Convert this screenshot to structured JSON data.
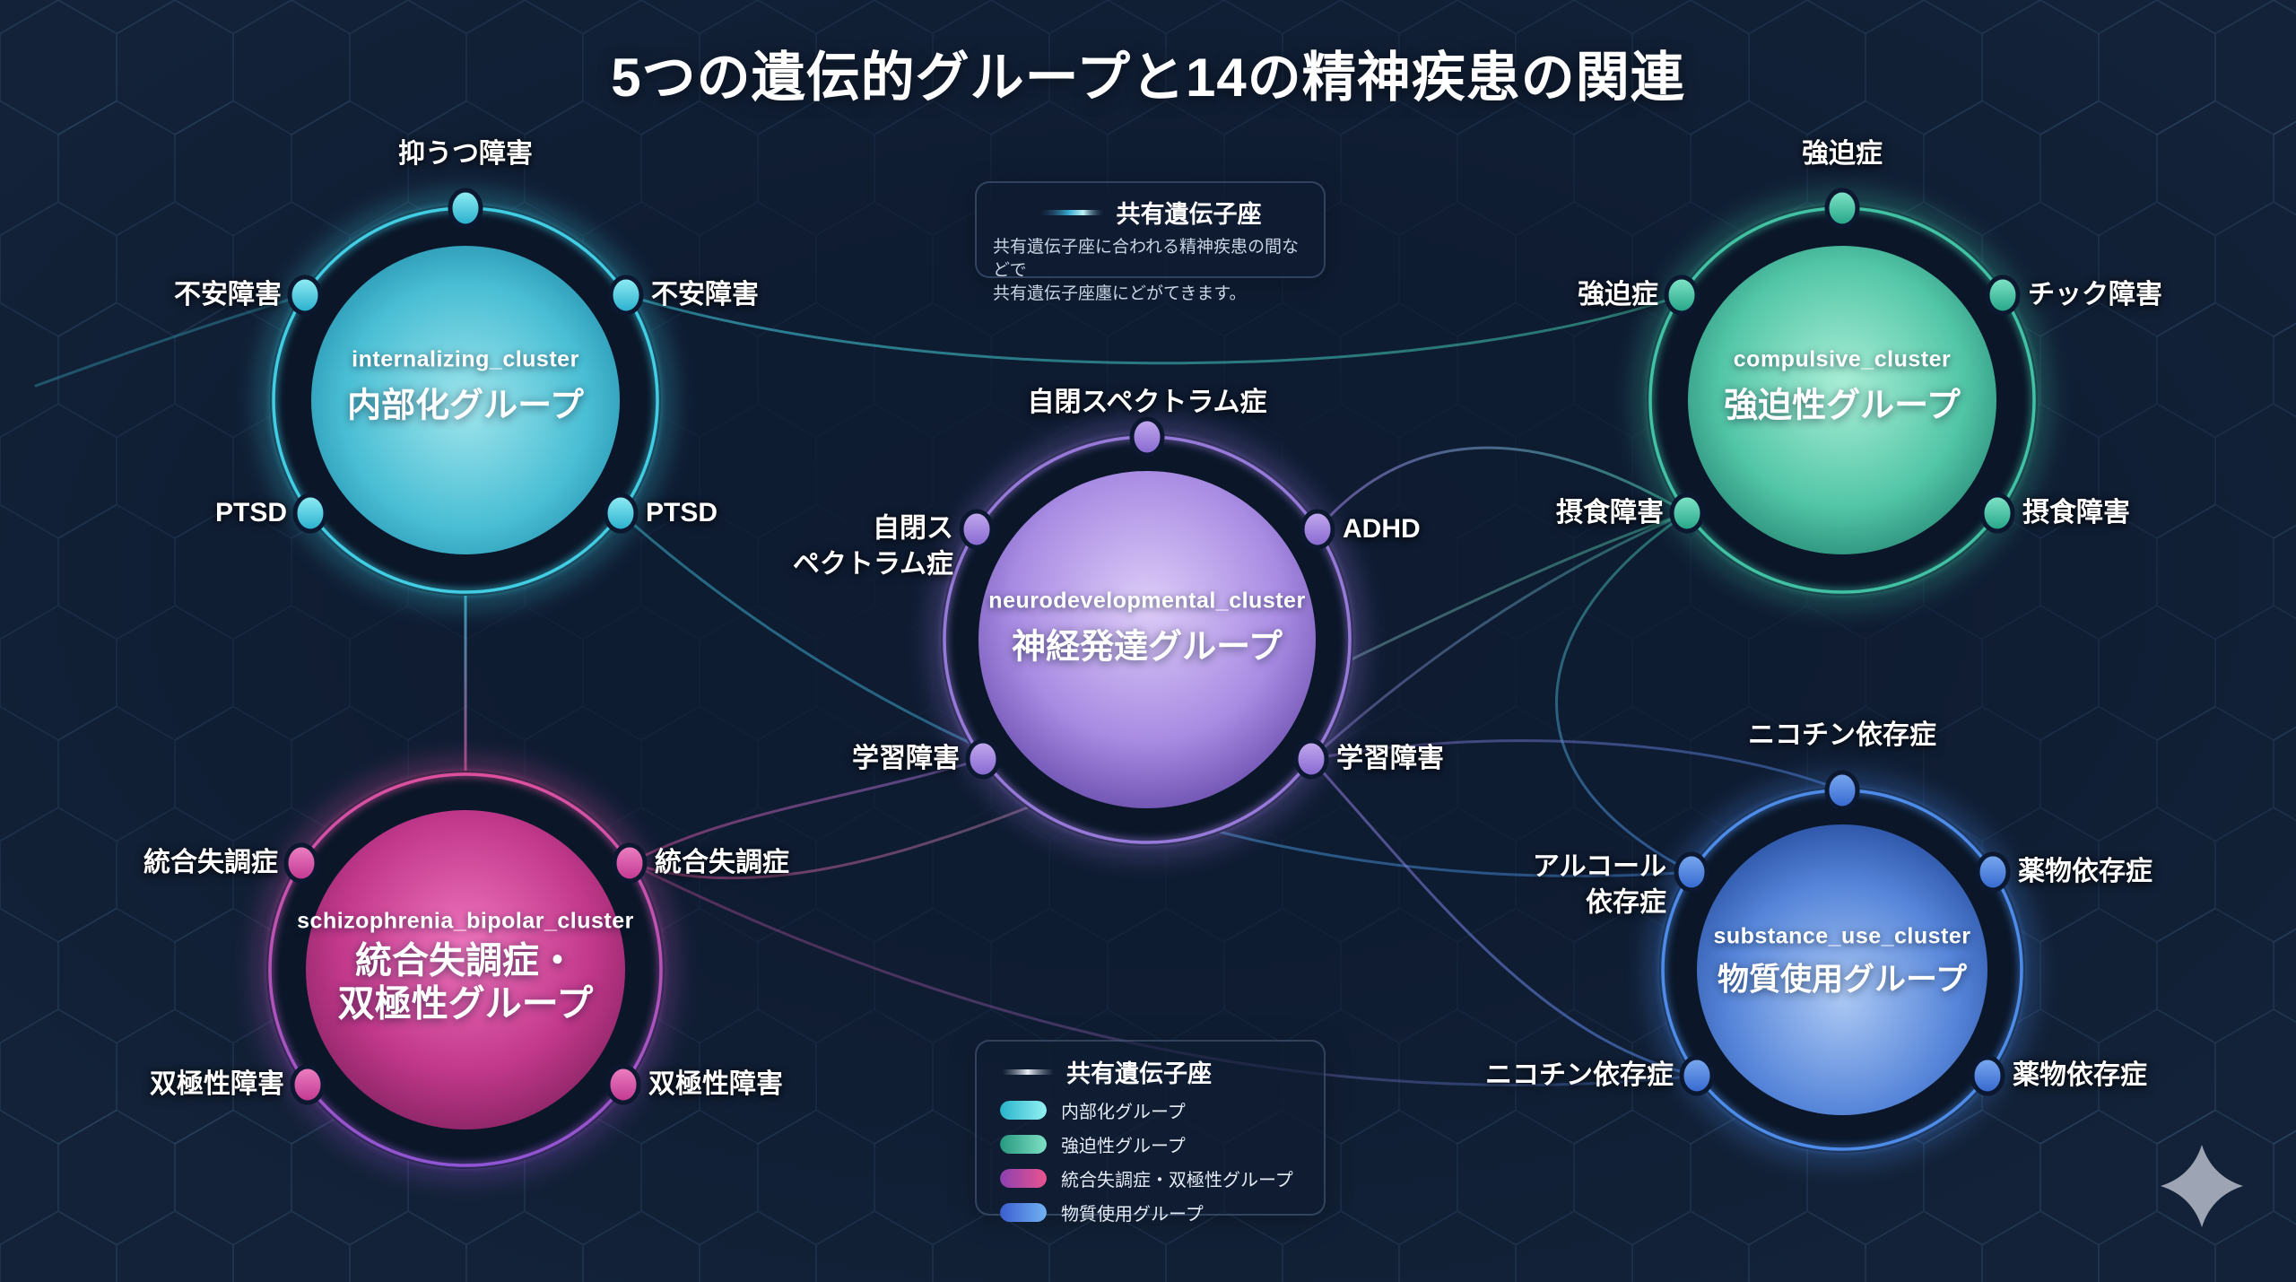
{
  "title": "5つの遺伝的グループと14の精神疾患の関連",
  "legend_top": {
    "title": "共有遺伝子座",
    "desc_line1": "共有遺伝子座に合われる精神疾患の間などで",
    "desc_line2": "共有遺伝子座廛にどがてきます。",
    "line_mid": "#37a8cf",
    "line_bright": "#bdf3f7"
  },
  "legend_bottom": {
    "title": "共有遺伝子座",
    "line_color": "#e8eef6",
    "items": [
      {
        "label": "内部化グループ",
        "from": "#29b3cb",
        "to": "#93f2f2"
      },
      {
        "label": "強迫性グループ",
        "from": "#27987f",
        "to": "#7fe0c4"
      },
      {
        "label": "統合失調症・双極性グループ",
        "from": "#8b40b1",
        "to": "#ea5490"
      },
      {
        "label": "物質使用グループ",
        "from": "#3a5ed0",
        "to": "#72b2f3"
      }
    ]
  },
  "clusters": [
    {
      "id": "internalizing",
      "en": "internalizing_cluster",
      "ja": "内部化グループ",
      "ring": "#41cde3",
      "hi": "#9fe5ec",
      "mid": "#49bed4",
      "lo": "#0f7395",
      "nhi": "#93eff5",
      "nlo": "#25adcd",
      "nodes": {
        "top": "抑うつ障害",
        "ul": "不安障害",
        "ur": "不安障害",
        "ll": "PTSD",
        "lr": "PTSD"
      }
    },
    {
      "id": "compulsive",
      "en": "compulsive_cluster",
      "ja": "強迫性グループ",
      "ring": "#41c2a4",
      "hi": "#a9eed6",
      "mid": "#53c6a7",
      "lo": "#0f685c",
      "nhi": "#83e7c9",
      "nlo": "#22a286",
      "nodes": {
        "top": "強迫症",
        "ul": "強迫症",
        "ur": "チック障害",
        "ll": "摂食障害",
        "lr": "摂食障害"
      }
    },
    {
      "id": "neurodevelopmental",
      "en": "neurodevelopmental_cluster",
      "ja": "神経発達グループ",
      "ring": "#9779da",
      "hi": "#ddccf8",
      "mid": "#a98ce3",
      "lo": "#54389b",
      "nhi": "#c5abef",
      "nlo": "#8566d0",
      "nodes": {
        "top": "自閉スペクトラム症",
        "ul_line1": "自閉ス",
        "ul_line2": "ペクトラム症",
        "ur": "ADHD",
        "ll": "学習障害",
        "lr": "学習障害"
      }
    },
    {
      "id": "schizophrenia_bipolar",
      "en": "schizophrenia_bipolar_cluster",
      "ja_line1": "統合失調症・",
      "ja_line2": "双極性グループ",
      "ring": "#de509e",
      "ring2": "#8f55d4",
      "hi": "#ee74bd",
      "mid": "#c2388b",
      "lo": "#6c1a51",
      "nhi": "#ef82c3",
      "nlo": "#bf3590",
      "nodes": {
        "ul": "統合失調症",
        "ur": "統合失調症",
        "ll": "双極性障害",
        "lr": "双極性障害"
      }
    },
    {
      "id": "substance_use",
      "en": "substance_use_cluster",
      "ja": "物質使用グループ",
      "ring": "#4e8ce9",
      "hi": "#abc8f4",
      "mid": "#5685d9",
      "lo": "#193e8f",
      "nhi": "#7cabf0",
      "nlo": "#3366cf",
      "nodes": {
        "top": "ニコチン依存症",
        "ul_line1": "アルコール",
        "ul_line2": "依存症",
        "ur": "薬物依存症",
        "ll": "ニコチン依存症",
        "lr": "薬物依存症"
      }
    }
  ],
  "connections": [
    {
      "from": "internalizing",
      "to": "compulsive"
    },
    {
      "from": "internalizing",
      "to": "schizophrenia_bipolar"
    },
    {
      "from": "internalizing",
      "to": "substance_use"
    },
    {
      "from": "compulsive",
      "to": "neurodevelopmental"
    },
    {
      "from": "compulsive",
      "to": "schizophrenia_bipolar"
    },
    {
      "from": "compulsive",
      "to": "substance_use"
    },
    {
      "from": "neurodevelopmental",
      "to": "substance_use"
    },
    {
      "from": "neurodevelopmental",
      "to": "schizophrenia_bipolar"
    },
    {
      "from": "schizophrenia_bipolar",
      "to": "substance_use"
    }
  ],
  "icons": {
    "sparkle": "four-point-star",
    "legend_line": "gradient-line"
  },
  "colors": {
    "background": "#132238",
    "hex_line": "#2c4665",
    "vignette": "#0d1a30",
    "text": "#ffffff",
    "sparkle": "#a9b1bf"
  }
}
